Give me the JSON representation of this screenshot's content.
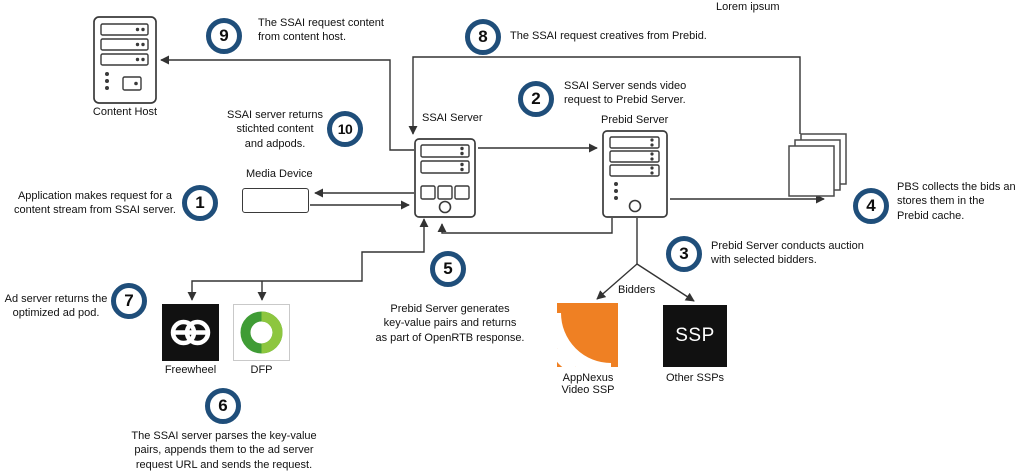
{
  "title": "Lorem ipsum",
  "colors": {
    "accent": "#1f4e7a",
    "ink": "#3a3a3a",
    "wire": "#333333",
    "appnexus_orange": "#ef8023",
    "dfp_green_dark": "#3f9c35",
    "dfp_green_light": "#8dc63f",
    "logo_black": "#111111"
  },
  "steps": [
    {
      "num": "1",
      "text": "Application makes request for a\ncontent stream from SSAI server."
    },
    {
      "num": "2",
      "text": "SSAI Server sends video\nrequest to Prebid Server."
    },
    {
      "num": "3",
      "text": "Prebid Server conducts auction\nwith selected bidders."
    },
    {
      "num": "4",
      "text": "PBS collects the bids and\nstores them in the\nPrebid cache."
    },
    {
      "num": "5",
      "text": "Prebid Server generates\nkey-value pairs and returns\nas part of OpenRTB response."
    },
    {
      "num": "6",
      "text": "The SSAI server parses the key-value\npairs, appends them  to the ad server\nrequest URL and  sends the request."
    },
    {
      "num": "7",
      "text": "Ad server returns the\noptimized ad pod."
    },
    {
      "num": "8",
      "text": "The SSAI request creatives from Prebid."
    },
    {
      "num": "9",
      "text": "The SSAI request content\nfrom content host."
    },
    {
      "num": "10",
      "text": "SSAI server returns\nstichted  content\nand adpods."
    }
  ],
  "nodes": {
    "content_host": "Content Host",
    "ssai_server": "SSAI Server",
    "prebid_server": "Prebid Server",
    "media_device": "Media Device",
    "freewheel": "Freewheel",
    "dfp": "DFP",
    "bidders": "Bidders",
    "appnexus": "AppNexus\nVideo SSP",
    "other_ssps_icon": "SSP",
    "other_ssps": "Other SSPs"
  }
}
